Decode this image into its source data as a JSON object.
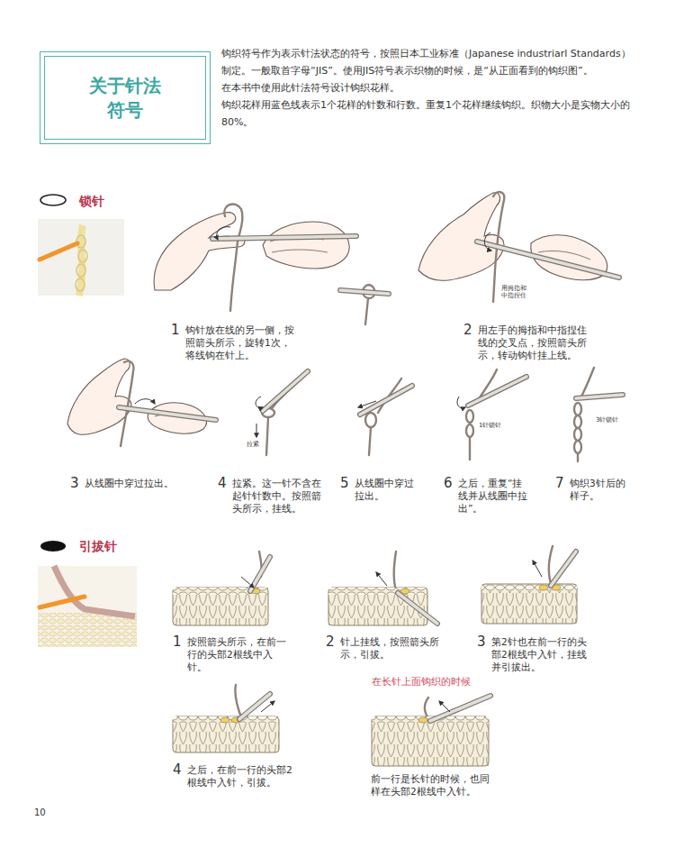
{
  "diagram": {
    "nodes": [
      {
        "text": [
          "关于针法符号"
        ]
      }
    ],
    "labels": [
      "钩织符号作为表示针法状态的符号，按照日本工业标准（Japanese industriarl Standards）制定。一般取首字母“JIS”。使用JIS符号表示织物的时候，是“从正面看到的钩织图”。",
      "在本书中使用此针法符号设计钩织花样。",
      "钩织花样用蓝色线表示1个花样的针数和行数。重复1个花样继续钩织。织物大小是实物大小的80%。",
      "锁针",
      "1",
      "钩针放在线的另一侧，按照箭头所示，旋转1次，将线钩在针上。",
      "用拇指和中指捏住",
      "2",
      "用左手的拇指和中指捏住线的交叉点，按照箭头所示，转动钩针挂上线。",
      "3",
      "从线圈中穿过拉出。",
      "拉紧",
      "4",
      "拉紧。这一针不含在起针针数中。按照箭头所示，挂线。",
      "5",
      "从线圈中穿过拉出。",
      "1针锁针",
      "6",
      "之后，重复“挂线并从线圈中拉出”。",
      "3针锁针",
      "7",
      "钩织3针后的样子。",
      "引拔针",
      "1",
      "按照箭头所示，在前一行的头部2根线中入针。",
      "2",
      "针上挂线，按照箭头所示，引拔。",
      "3",
      "第2针也在前一行的头部2根线中入针，挂线并引拔出。",
      "在长针上面钩织的时候",
      "4",
      "之后，在前一行的头部2根线中入针，引拔。",
      "前一行是长针的时候，也同样在头部2根线中入针。",
      "10"
    ]
  }
}
